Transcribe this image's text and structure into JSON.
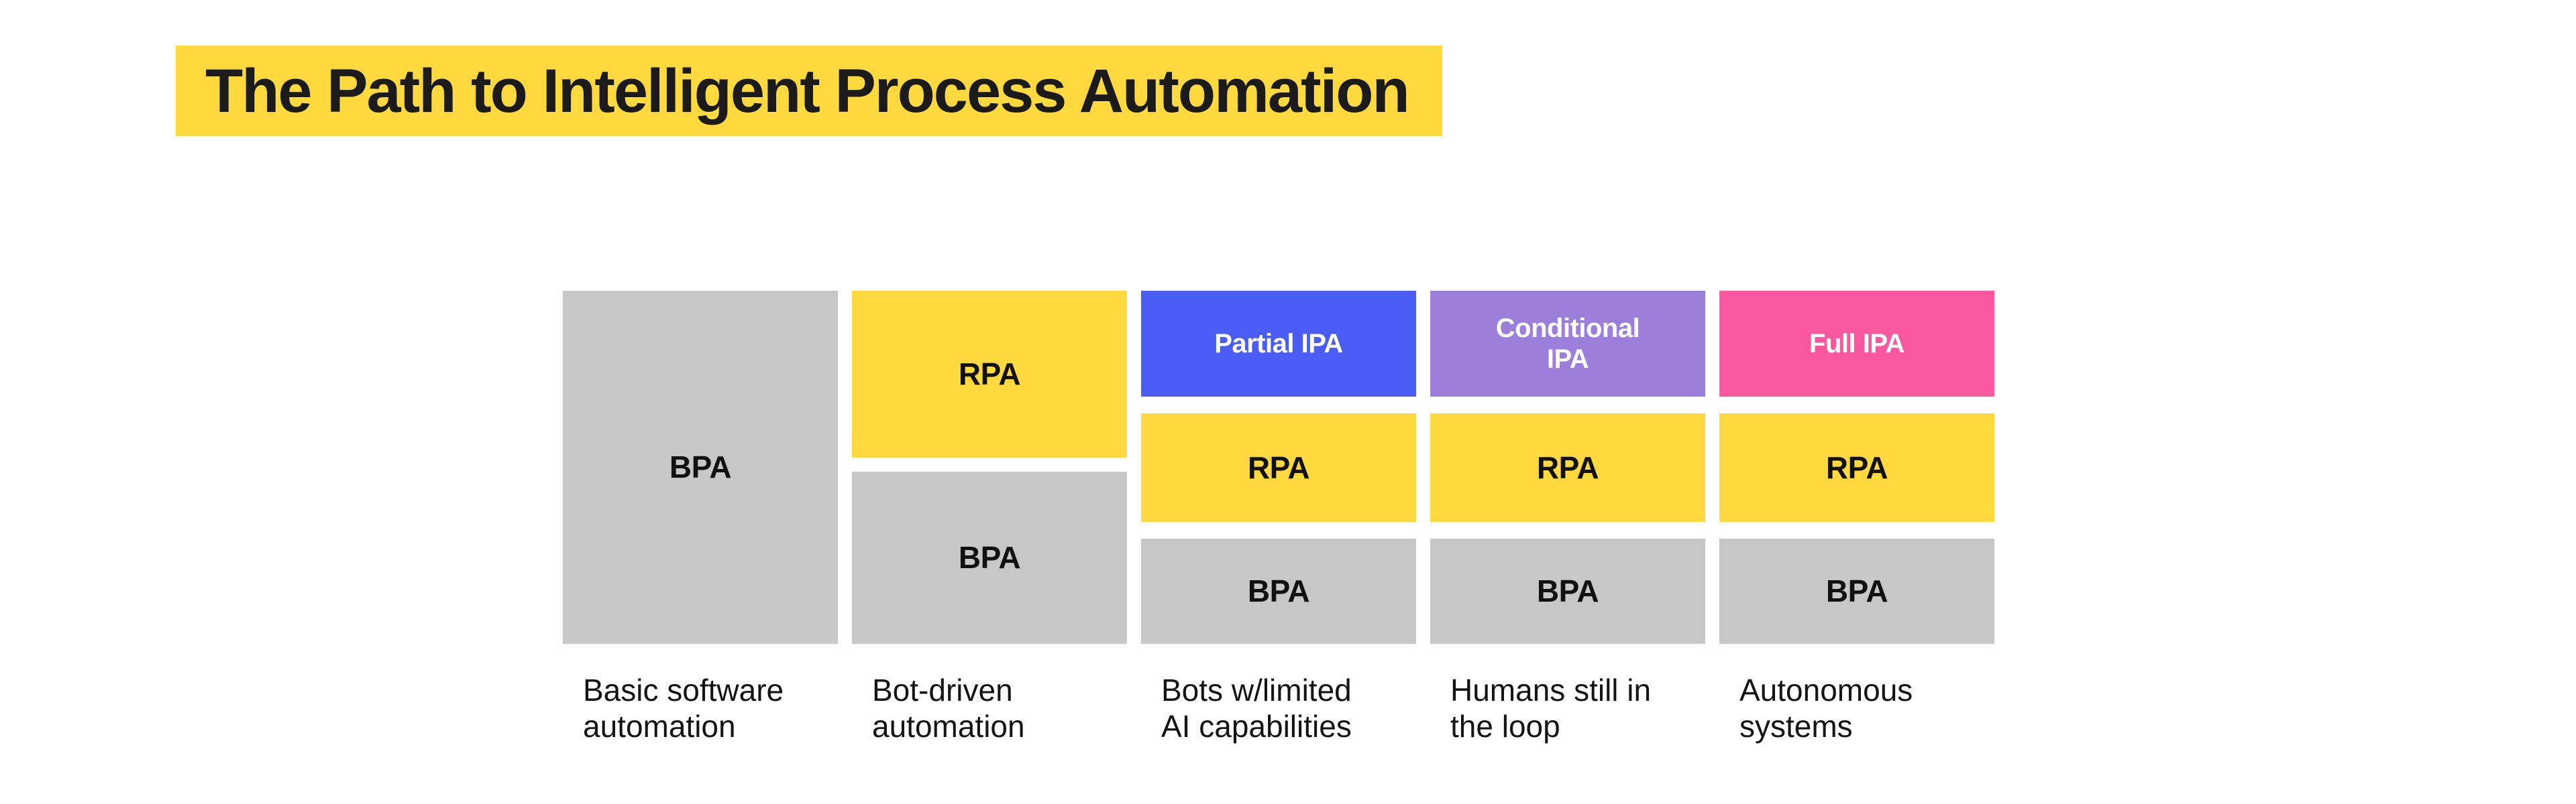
{
  "title": {
    "text": "The Path to Intelligent Process Automation"
  },
  "colors": {
    "page_bg": "#FFFFFF",
    "yellow": "#FFD93E",
    "gray": "#C7C7C7",
    "blue": "#4A5CF3",
    "purple": "#9C7FDB",
    "pink": "#F9589F",
    "text_dark": "#141414",
    "text_white": "#FFFFFF"
  },
  "columns": [
    {
      "name": "basic-software-automation",
      "blocks": [
        {
          "label": "BPA",
          "color": "gray"
        }
      ],
      "caption_line1": "Basic software",
      "caption_line2": "automation"
    },
    {
      "name": "bot-driven-automation",
      "blocks": [
        {
          "label": "RPA",
          "color": "yellow"
        },
        {
          "label": "BPA",
          "color": "gray"
        }
      ],
      "caption_line1": "Bot-driven",
      "caption_line2": "automation"
    },
    {
      "name": "partial-ipa",
      "blocks": [
        {
          "label_line1": "Partial IPA",
          "color": "blue"
        },
        {
          "label": "RPA",
          "color": "yellow"
        },
        {
          "label": "BPA",
          "color": "gray"
        }
      ],
      "caption_line1": "Bots w/limited",
      "caption_line2": "AI capabilities"
    },
    {
      "name": "conditional-ipa",
      "blocks": [
        {
          "label_line1": "Conditional",
          "label_line2": "IPA",
          "color": "purple"
        },
        {
          "label": "RPA",
          "color": "yellow"
        },
        {
          "label": "BPA",
          "color": "gray"
        }
      ],
      "caption_line1": "Humans still in",
      "caption_line2": "the loop"
    },
    {
      "name": "full-ipa",
      "blocks": [
        {
          "label_line1": "Full IPA",
          "color": "pink"
        },
        {
          "label": "RPA",
          "color": "yellow"
        },
        {
          "label": "BPA",
          "color": "gray"
        }
      ],
      "caption_line1": "Autonomous",
      "caption_line2": "systems"
    }
  ]
}
